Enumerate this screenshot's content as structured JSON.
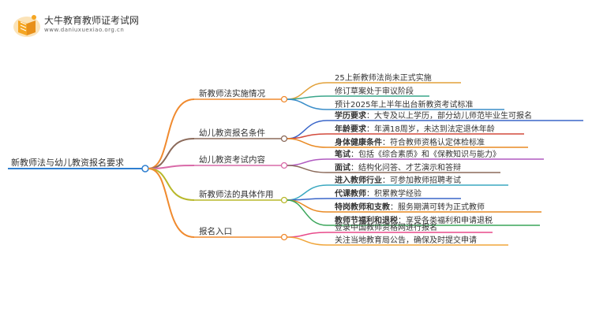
{
  "logo": {
    "title": "大牛教育教师证考试网",
    "url": "www.daniuxuexiao.org.cn"
  },
  "root": {
    "label": "新教师法与幼儿教资报名要求"
  },
  "branches": [
    {
      "label": "新教师法实施情况",
      "color": "#f08a2e",
      "leaves": [
        {
          "bold": "",
          "text": "25上新教师法尚未正式实施",
          "underline": "#e2a13a"
        },
        {
          "bold": "",
          "text": "修订草案处于审议阶段",
          "underline": "#3aa58a"
        },
        {
          "bold": "",
          "text": "预计2025年上半年出台新教资考试标准",
          "underline": "#3a8ec9"
        }
      ]
    },
    {
      "label": "幼儿教资报名条件",
      "color": "#8b6a5a",
      "leaves": [
        {
          "bold": "学历要求",
          "text": "：大专及以上学历，部分幼儿师范毕业生可报名",
          "underline": "#3a66c9"
        },
        {
          "bold": "年龄要求",
          "text": "：年满18周岁，未达到法定退休年龄",
          "underline": "#d24a3c"
        },
        {
          "bold": "身体健康条件",
          "text": "：符合教师资格认定体检标准",
          "underline": "#e98a24"
        }
      ]
    },
    {
      "label": "幼儿教资考试内容",
      "color": "#d96aa8",
      "leaves": [
        {
          "bold": "笔试",
          "text": "：包括《综合素质》和《保教知识与能力》",
          "underline": "#b05ac0"
        },
        {
          "bold": "面试",
          "text": "：结构化问答、才艺演示和答辩",
          "underline": "#8b6a5a"
        }
      ]
    },
    {
      "label": "新教师法的具体作用",
      "color": "#b8b82a",
      "leaves": [
        {
          "bold": "进入教师行业",
          "text": "：可参加教师招聘考试",
          "underline": "#3aa8c0"
        },
        {
          "bold": "代课教师",
          "text": "：积累教学经验",
          "underline": "#3a66c9"
        },
        {
          "bold": "特岗教师和支教",
          "text": "：服务期满可转为正式教师",
          "underline": "#e98a24"
        },
        {
          "bold": "教师节福利和退税",
          "text": "：享受各类福利和申请退税",
          "underline": "#3aa55a"
        }
      ]
    },
    {
      "label": "报名入口",
      "color": "#f08a2e",
      "leaves": [
        {
          "bold": "",
          "text": "登录中国教师资格网进行报名",
          "underline": "#e84a8a"
        },
        {
          "bold": "",
          "text": "关注当地教育局公告，确保及时提交申请",
          "underline": "#f0a53a"
        }
      ]
    }
  ]
}
